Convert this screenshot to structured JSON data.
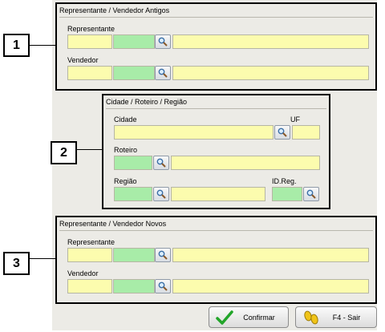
{
  "callouts": [
    "1",
    "2",
    "3"
  ],
  "group1": {
    "title": "Representante / Vendedor Antigos",
    "representante_label": "Representante",
    "vendedor_label": "Vendedor"
  },
  "group2": {
    "title": "Cidade / Roteiro / Região",
    "cidade_label": "Cidade",
    "uf_label": "UF",
    "roteiro_label": "Roteiro",
    "regiao_label": "Região",
    "idreg_label": "ID.Reg."
  },
  "group3": {
    "title": "Representante / Vendedor Novos",
    "representante_label": "Representante",
    "vendedor_label": "Vendedor"
  },
  "buttons": {
    "confirm_label": "Confirmar",
    "exit_label": "F4 - Sair"
  },
  "icons": {
    "lookup": "magnifier-icon",
    "confirm": "green-check-icon",
    "exit": "footprints-icon"
  },
  "colors": {
    "field_yellow": "#fcfcae",
    "field_green": "#a8eca8",
    "form_bg": "#ecebe6"
  }
}
